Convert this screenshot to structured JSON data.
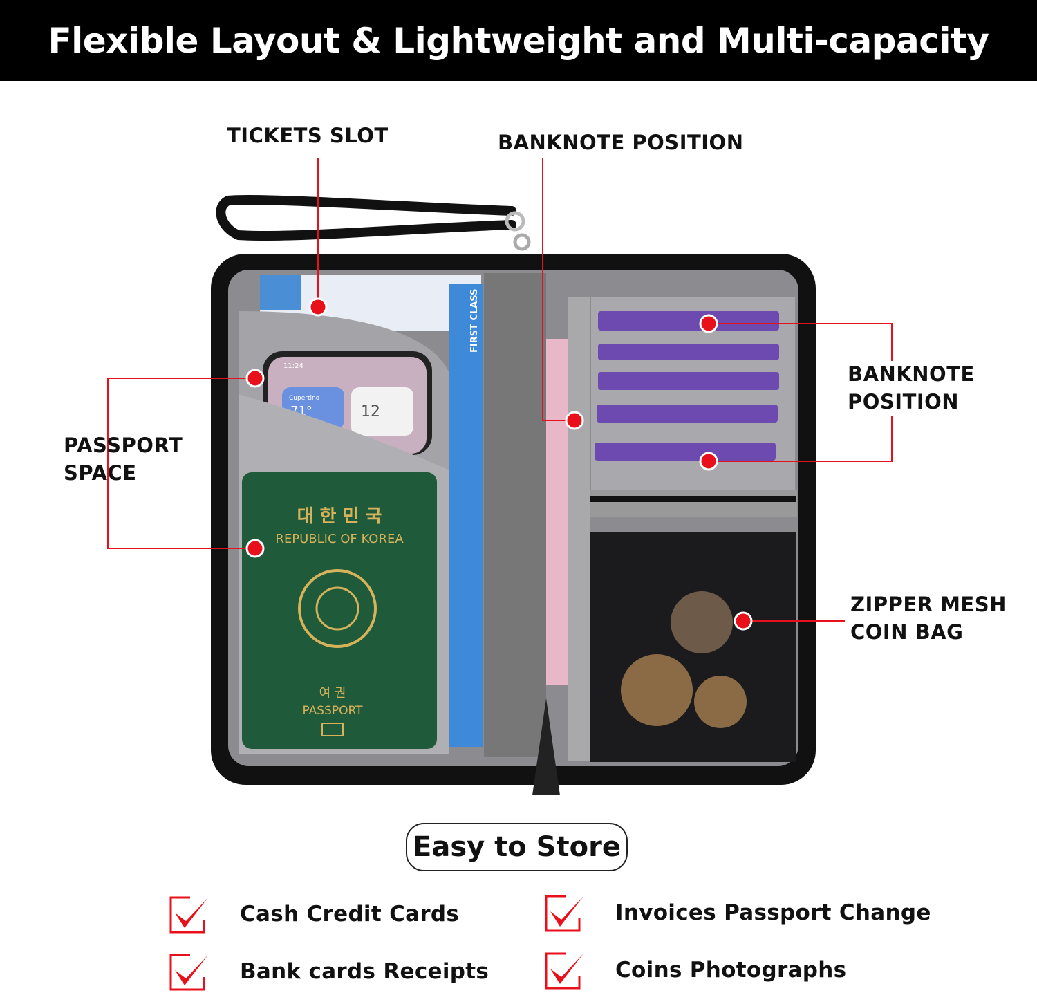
{
  "header": {
    "title": "Flexible Layout & Lightweight and Multi-capacity"
  },
  "callouts": {
    "tickets_slot": "TICKETS SLOT",
    "banknote_top": "BANKNOTE POSITION",
    "banknote_right": [
      "BANKNOTE",
      "POSITION"
    ],
    "passport_space": [
      "PASSPORT",
      "SPACE"
    ],
    "zipper_mesh": [
      "ZIPPER MESH",
      "COIN BAG"
    ]
  },
  "callout_color": "#e8101a",
  "product_print": {
    "passport_korean": "대 한 민 국",
    "passport_country": "REPUBLIC OF KOREA",
    "passport_korean_2": "여 권",
    "passport_word": "PASSPORT",
    "ticket_text": "FIRST CLASS",
    "phone_time": "11:24",
    "phone_widget_city": "Cupertino",
    "phone_widget_temp": "71°",
    "phone_widget_date": "12"
  },
  "store": {
    "title": "Easy to Store",
    "items": [
      "Cash Credit Cards",
      "Invoices Passport Change",
      "Bank cards Receipts",
      "Coins Photographs"
    ],
    "check_icon": "red-checkbox-icon"
  }
}
